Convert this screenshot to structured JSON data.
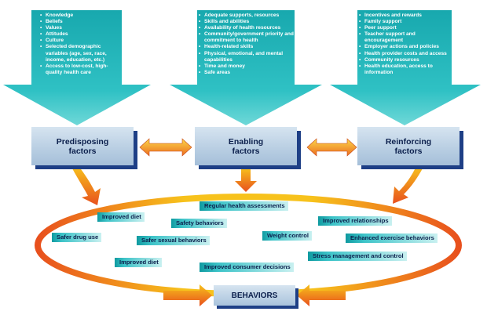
{
  "predisposing": {
    "items": [
      "Knowledge",
      "Beliefs",
      "Values",
      "Attitudes",
      "Culture",
      "Selected demographic variables (age, sex, race, income, education, etc.)",
      "Access to low-cost, high-quality health care"
    ],
    "label_line1": "Predisposing",
    "label_line2": "factors"
  },
  "enabling": {
    "items": [
      "Adequate supports, resources",
      "Skills and abilities",
      "Availability of health resources",
      "Community/government priority and commitment to health",
      "Health-related skills",
      "Physical, emotional, and mental capabilities",
      "Time and money",
      "Safe areas"
    ],
    "label_line1": "Enabling",
    "label_line2": "factors"
  },
  "reinforcing": {
    "items": [
      "Incentives and rewards",
      "Family support",
      "Peer support",
      "Teacher support and encouragement",
      "Employer actions and policies",
      "Health provider costs and access",
      "Community resources",
      "Health education, access to information"
    ],
    "label_line1": "Reinforcing",
    "label_line2": "factors"
  },
  "behaviors_label": "BEHAVIORS",
  "tags": {
    "regular_health_assessments": "Regular health assessments",
    "improved_diet_1": "Improved diet",
    "safety_behaviors": "Safety behaviors",
    "improved_relationships": "Improved relationships",
    "safer_drug_use": "Safer drug use",
    "safer_sexual_behaviors": "Safer sexual behaviors",
    "weight_control": "Weight control",
    "enhanced_exercise_behaviors": "Enhanced exercise behaviors",
    "improved_diet_2": "Improved diet",
    "stress_management": "Stress management and control",
    "improved_consumer_decisions": "Improved consumer decisions"
  },
  "colors": {
    "funnel_teal": "#1fb3b6",
    "box_blue": "#b7cde2",
    "box_shadow": "#1e3f86",
    "arrow_orange": "#f39a1e",
    "ring_red": "#e24a1b",
    "ring_yellow": "#f7c01c",
    "tag_teal": "#0f9aa0"
  }
}
